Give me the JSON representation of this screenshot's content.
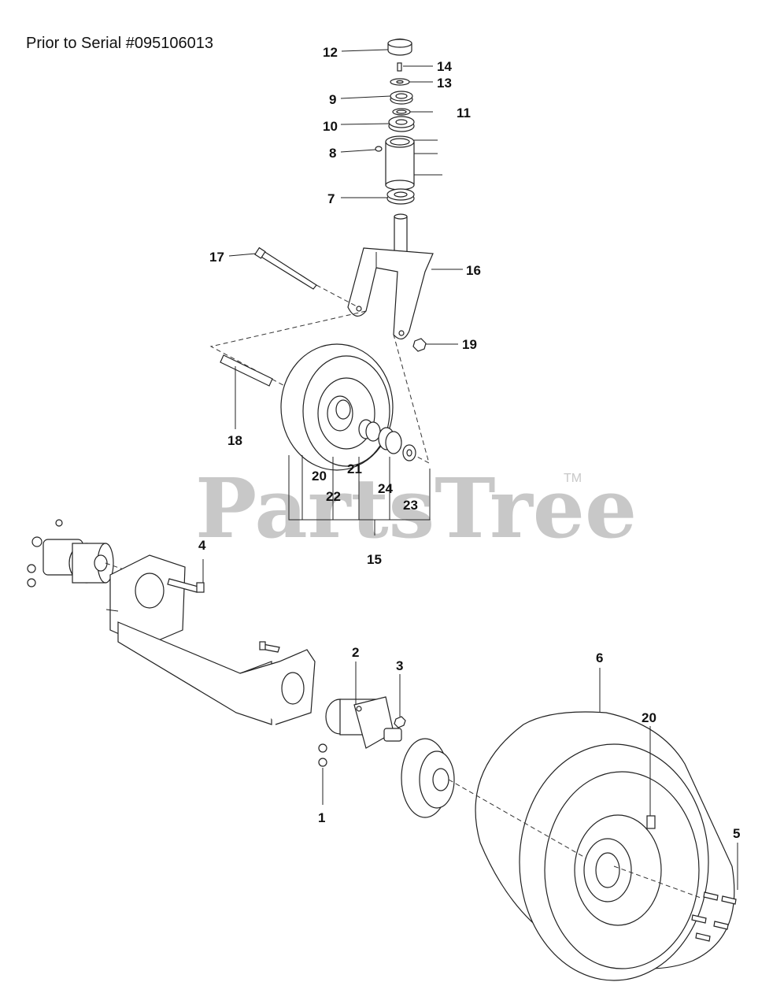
{
  "header": {
    "serial_note": "Prior to Serial #095106013"
  },
  "watermark": {
    "brand": "PartsTree",
    "trademark": "TM"
  },
  "callouts": {
    "c1": "1",
    "c2": "2",
    "c3": "3",
    "c4": "4",
    "c5": "5",
    "c6": "6",
    "c7": "7",
    "c8": "8",
    "c9": "9",
    "c10": "10",
    "c11": "11",
    "c12": "12",
    "c13": "13",
    "c14": "14",
    "c15": "15",
    "c16": "16",
    "c17": "17",
    "c18": "18",
    "c19": "19",
    "c20a": "20",
    "c20b": "20",
    "c21": "21",
    "c22": "22",
    "c23": "23",
    "c24": "24"
  }
}
